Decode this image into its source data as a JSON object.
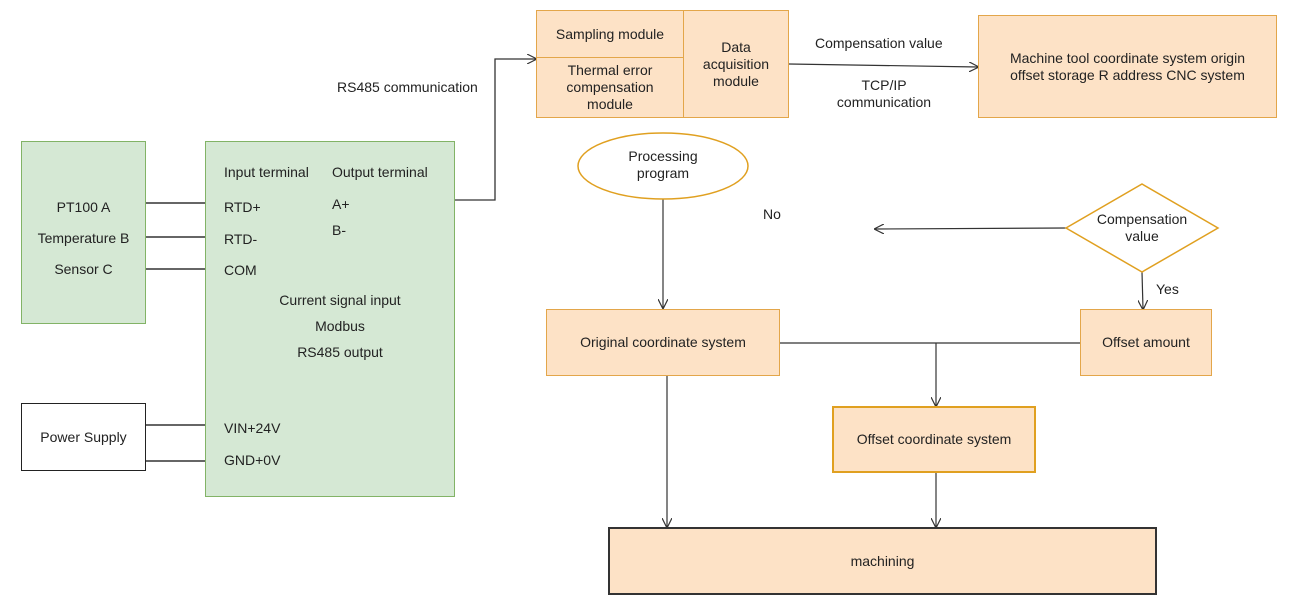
{
  "sensor": {
    "line1": "PT100 A",
    "line2": "Temperature B",
    "line3": "Sensor C"
  },
  "power_supply": {
    "label": "Power Supply"
  },
  "transmitter": {
    "input_terminal": "Input terminal",
    "output_terminal": "Output terminal",
    "rtd_plus": "RTD+",
    "rtd_minus": "RTD-",
    "com": "COM",
    "a_plus": "A+",
    "b_minus": "B-",
    "desc1": "Current signal input",
    "desc2": "Modbus",
    "desc3": "RS485 output",
    "vin": "VIN+24V",
    "gnd": "GND+0V"
  },
  "labels": {
    "rs485": "RS485 communication",
    "compensation_value": "Compensation value",
    "tcp_ip_line1": "TCP/IP",
    "tcp_ip_line2": "communication",
    "no": "No",
    "yes": "Yes"
  },
  "modules": {
    "sampling": "Sampling module",
    "thermal_line1": "Thermal error",
    "thermal_line2": "compensation",
    "thermal_line3": "module",
    "data_acq_line1": "Data",
    "data_acq_line2": "acquisition",
    "data_acq_line3": "module"
  },
  "cnc": {
    "line1": "Machine tool coordinate system origin",
    "line2": "offset storage R address CNC system"
  },
  "flow": {
    "processing_line1": "Processing",
    "processing_line2": "program",
    "decision_line1": "Compensation",
    "decision_line2": "value",
    "original": "Original coordinate system",
    "offset_amount": "Offset amount",
    "offset_coord": "Offset coordinate system",
    "machining": "machining"
  }
}
